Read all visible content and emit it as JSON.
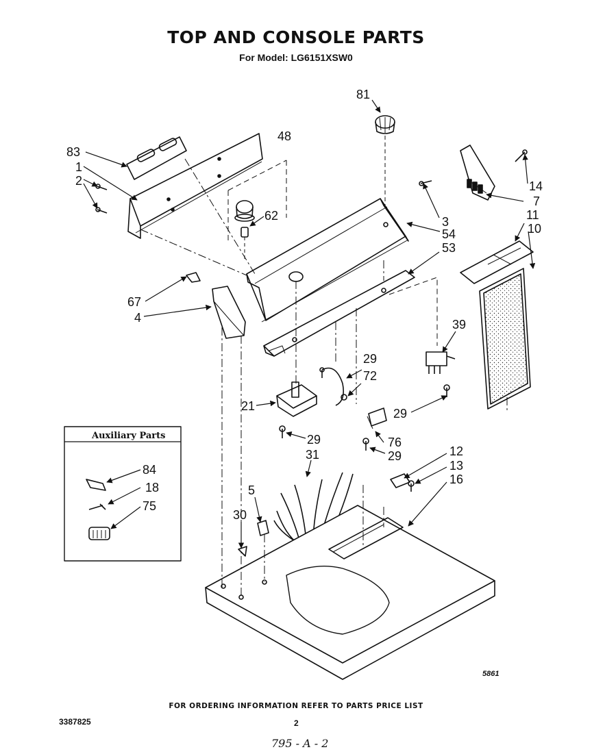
{
  "header": {
    "title": "TOP AND CONSOLE PARTS",
    "model": "For Model: LG6151XSW0"
  },
  "callouts": {
    "c81": "81",
    "c48": "48",
    "c83": "83",
    "c1": "1",
    "c2": "2",
    "c62": "62",
    "c14": "14",
    "c7": "7",
    "c3": "3",
    "c54": "54",
    "c11": "11",
    "c10": "10",
    "c53": "53",
    "c67": "67",
    "c4": "4",
    "c39": "39",
    "c29a": "29",
    "c72": "72",
    "c21": "21",
    "c29b": "29",
    "c29c": "29",
    "c76": "76",
    "c29d": "29",
    "c31": "31",
    "c12": "12",
    "c13": "13",
    "c16": "16",
    "c5": "5",
    "c30": "30"
  },
  "auxiliary": {
    "title": "Auxiliary  Parts",
    "items": [
      "84",
      "18",
      "75"
    ]
  },
  "footer": {
    "ordering_note": "FOR ORDERING INFORMATION REFER TO PARTS PRICE LIST",
    "document_number": "3387825",
    "page_number": "2",
    "drawing_number": "5861",
    "handwritten_note": "795 - A - 2"
  }
}
